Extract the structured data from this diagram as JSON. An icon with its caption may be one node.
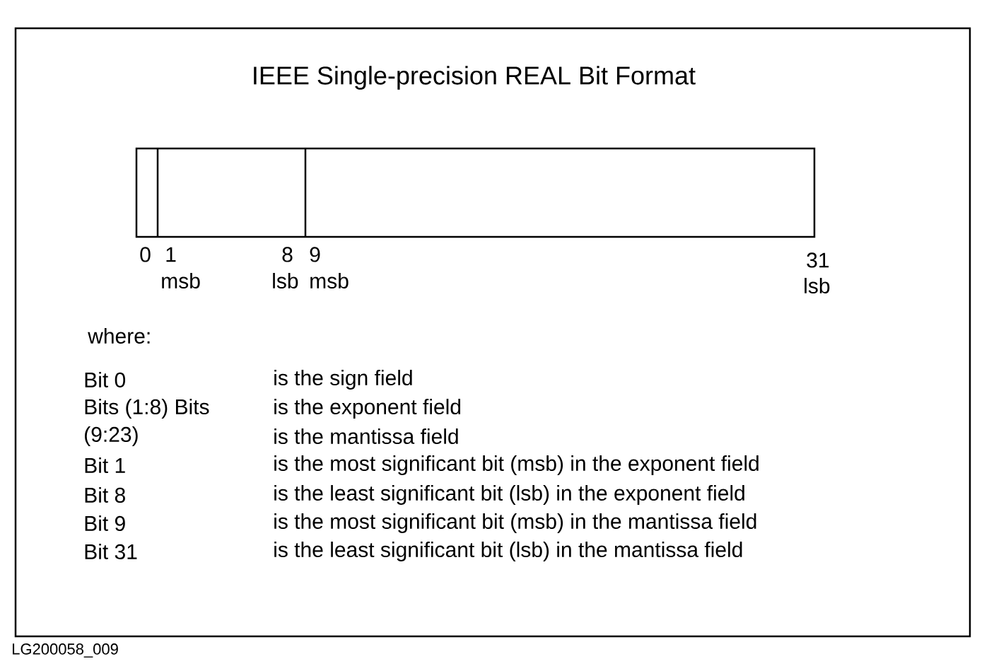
{
  "diagram": {
    "title": "IEEE Single-precision REAL Bit Format",
    "labels": [
      "0",
      "1",
      "8",
      "9",
      "31",
      "msb",
      "lsb",
      "msb",
      "lsb",
      "where:",
      "Bit 0",
      "is the sign field",
      "Bits (1:8) Bits",
      "is the exponent field",
      "(9:23)",
      "is the mantissa field",
      "Bit 1",
      "is the most significant bit (msb) in the exponent field",
      "Bit 8",
      "is the least significant bit (lsb) in the exponent field",
      "Bit 9",
      "is the most significant bit (msb) in the mantissa field",
      "Bit 31",
      "is the least significant bit (lsb) in the mantissa field",
      "LG200058_009"
    ]
  }
}
